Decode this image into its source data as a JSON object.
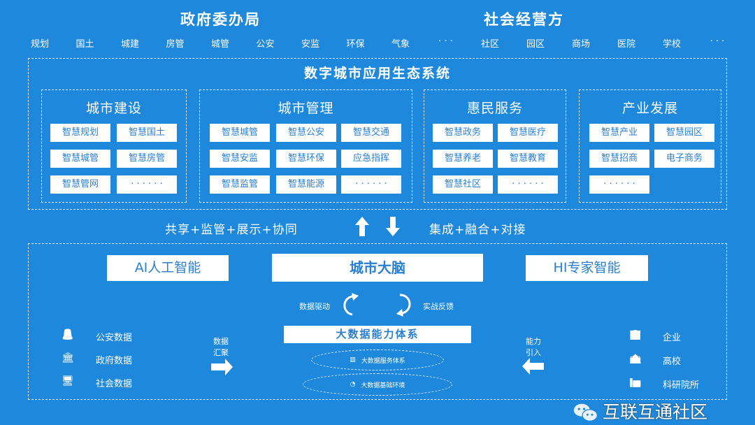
{
  "header": {
    "left_title": "政府委办局",
    "right_title": "社会经营方",
    "gov_items": [
      "规划",
      "国土",
      "城建",
      "房管",
      "城管",
      "公安",
      "安监",
      "环保",
      "气象",
      "· · ·"
    ],
    "social_items": [
      "社区",
      "园区",
      "商场",
      "医院",
      "学校",
      "· · ·"
    ]
  },
  "ecosystem": {
    "title": "数字城市应用生态系统",
    "groups": [
      {
        "title": "城市建设",
        "chips": [
          "智慧规划",
          "智慧国土",
          "智慧城管",
          "智慧房管",
          "智慧管网",
          "· · · · · ·"
        ]
      },
      {
        "title": "城市管理",
        "chips": [
          "智慧城管",
          "智慧公安",
          "智慧交通",
          "智慧安监",
          "智慧环保",
          "应急指挥",
          "智慧监管",
          "智慧能源",
          "· · · · · ·"
        ]
      },
      {
        "title": "惠民服务",
        "chips": [
          "智慧政务",
          "智慧医疗",
          "智慧养老",
          "智慧教育",
          "智慧社区",
          "· · · · · ·"
        ]
      },
      {
        "title": "产业发展",
        "chips": [
          "智慧产业",
          "智慧园区",
          "智慧招商",
          "电子商务",
          "· · · · · ·"
        ]
      }
    ]
  },
  "middle": {
    "left": "共享+监管+展示+协同",
    "right": "集成+融合+对接"
  },
  "brain": {
    "ai": "AI人工智能",
    "center": "城市大脑",
    "hi": "HI专家智能",
    "drive": "数据驱动",
    "feedback": "实战反馈",
    "bigdata": "大数据能力体系",
    "service": "大数据服务体系",
    "infra": "大数据基础环境"
  },
  "left_sources": [
    {
      "icon": "siren-icon",
      "label": "公安数据"
    },
    {
      "icon": "government-icon",
      "label": "政府数据"
    },
    {
      "icon": "monitor-chart-icon",
      "label": "社会数据"
    }
  ],
  "converge": "数据\n汇聚",
  "introduce": "能力\n引入",
  "right_sources": [
    {
      "icon": "building-icon",
      "label": "企业"
    },
    {
      "icon": "school-icon",
      "label": "高校"
    },
    {
      "icon": "institute-icon",
      "label": "科研院所"
    }
  ],
  "watermark": "互联互通社区"
}
